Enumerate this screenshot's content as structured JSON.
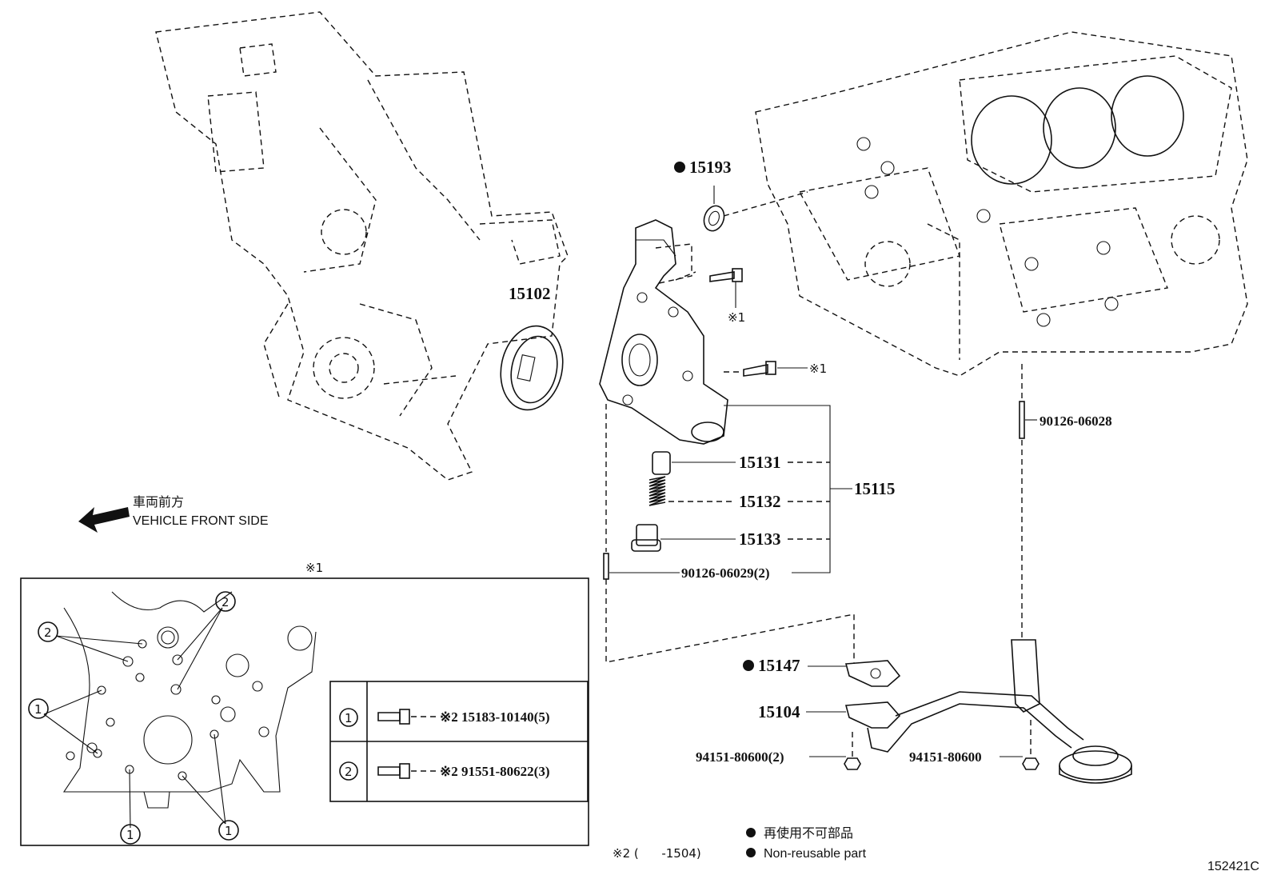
{
  "diagram_code": "152421C",
  "direction": {
    "label_jp": "車両前方",
    "label_en": "VEHICLE FRONT SIDE"
  },
  "parts": {
    "p15193": "15193",
    "p15102": "15102",
    "p15131": "15131",
    "p15132": "15132",
    "p15133": "15133",
    "p15115": "15115",
    "p90126_06029": "90126-06029(2)",
    "p90126_06028": "90126-06028",
    "p15147": "15147",
    "p15104": "15104",
    "p94151_80600_2": "94151-80600(2)",
    "p94151_80600": "94151-80600"
  },
  "ref_marks": {
    "mark1": "※1",
    "mark2": "※2"
  },
  "detail_box": {
    "title": "※1",
    "row1_key": "1",
    "row1_part": "※2 15183-10140(5)",
    "row2_key": "2",
    "row2_part": "※2 91551-80622(3)",
    "callout_1": "1",
    "callout_2": "2"
  },
  "legend": {
    "jp": "再使用不可部品",
    "en": "Non-reusable part",
    "date_note": "※2 (      -1504)"
  },
  "colors": {
    "line": "#111111",
    "background": "#ffffff"
  }
}
